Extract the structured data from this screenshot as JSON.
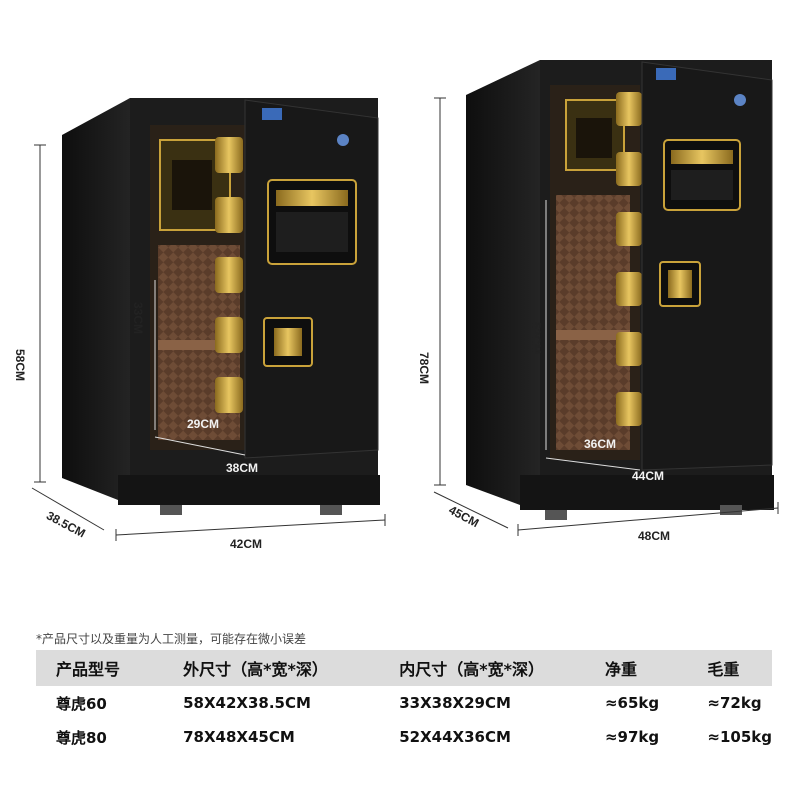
{
  "safe_small": {
    "outer_height": "58CM",
    "outer_width": "42CM",
    "outer_depth": "38.5CM",
    "inner_height": "33CM",
    "inner_width": "38CM",
    "inner_depth": "29CM"
  },
  "safe_large": {
    "outer_height": "78CM",
    "outer_width": "48CM",
    "outer_depth": "45CM",
    "inner_height": "52CM",
    "inner_width": "44CM",
    "inner_depth": "36CM"
  },
  "note": "*产品尺寸以及重量为人工测量，可能存在微小误差",
  "table": {
    "headers": [
      "产品型号",
      "外尺寸（高*宽*深）",
      "内尺寸（高*宽*深）",
      "净重",
      "毛重"
    ],
    "rows": [
      [
        "尊虎60",
        "58X42X38.5CM",
        "33X38X29CM",
        "≈65kg",
        "≈72kg"
      ],
      [
        "尊虎80",
        "78X48X45CM",
        "52X44X36CM",
        "≈97kg",
        "≈105kg"
      ]
    ]
  },
  "colors": {
    "body": "#1c1c1c",
    "gold": "#c9a23a",
    "interior": "#6b4a34",
    "table_header": "#dcdcdc"
  }
}
